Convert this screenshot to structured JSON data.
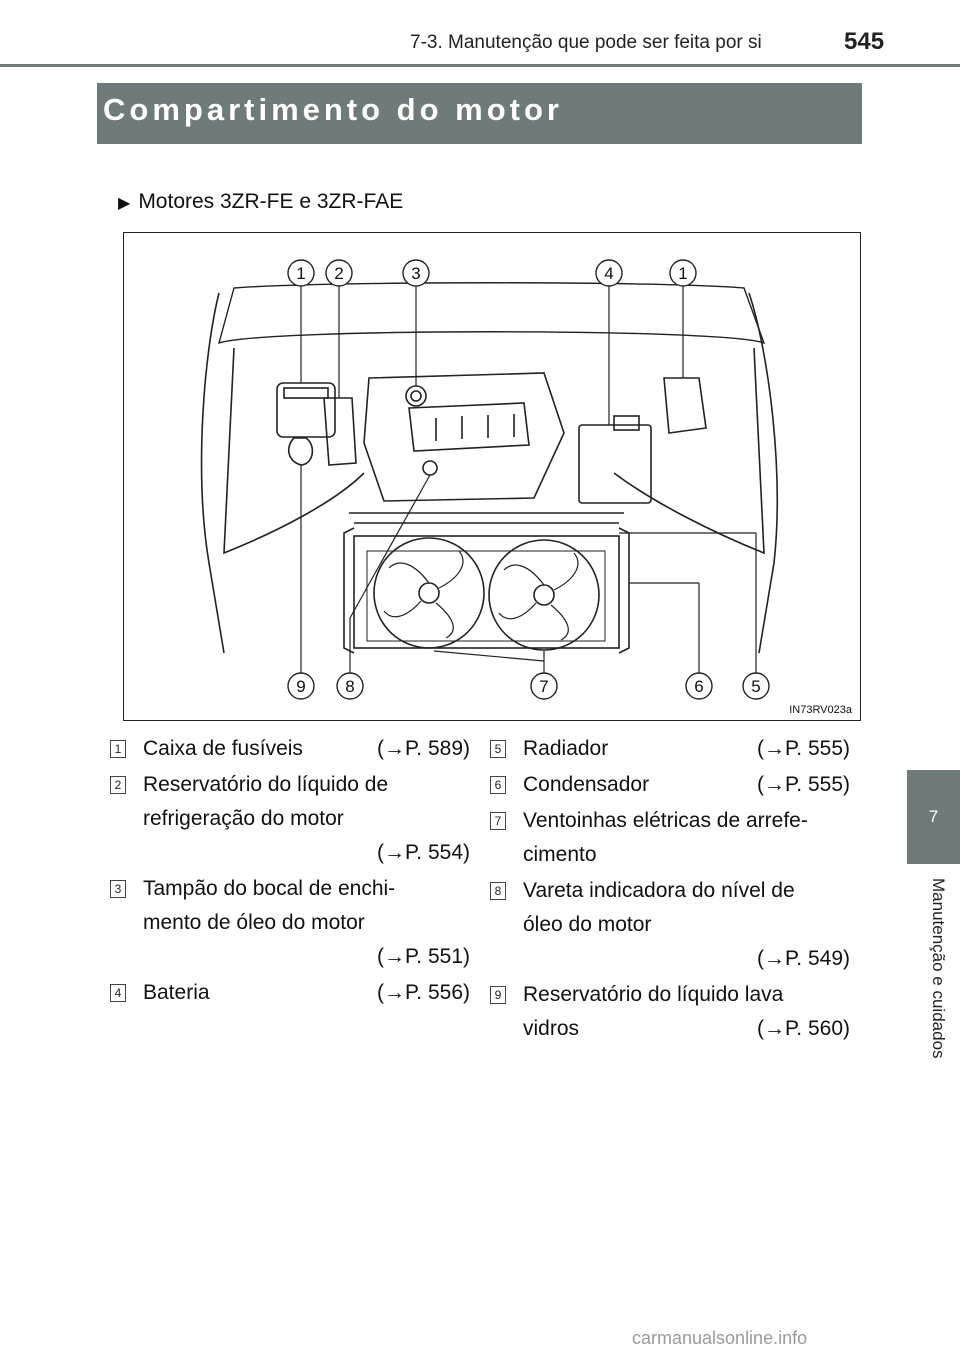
{
  "header": {
    "section": "7-3. Manutenção que pode ser feita por si",
    "page_number": "545"
  },
  "title": "Compartimento do motor",
  "side_tab": {
    "number": "7",
    "caption": "Manutenção e cuidados"
  },
  "subheading": {
    "arrow": "▶",
    "text": "Motores 3ZR-FE e 3ZR-FAE"
  },
  "figure": {
    "code": "IN73RV023a",
    "top_callouts": [
      "1",
      "2",
      "3",
      "4",
      "1"
    ],
    "bottom_callouts": [
      "9",
      "8",
      "7",
      "6",
      "5"
    ]
  },
  "legend_left": [
    {
      "num": "1",
      "lines": [
        "Caixa de fusíveis"
      ],
      "ref": "(→P. 589)",
      "ref_inline": true
    },
    {
      "num": "2",
      "lines": [
        "Reservatório do líquido de",
        "refrigeração do motor"
      ],
      "ref": "(→P. 554)",
      "ref_inline": false
    },
    {
      "num": "3",
      "lines": [
        "Tampão do bocal de enchi-",
        "mento de óleo do motor"
      ],
      "ref": "(→P. 551)",
      "ref_inline": false
    },
    {
      "num": "4",
      "lines": [
        "Bateria"
      ],
      "ref": "(→P. 556)",
      "ref_inline": true
    }
  ],
  "legend_right": [
    {
      "num": "5",
      "lines": [
        "Radiador"
      ],
      "ref": "(→P. 555)",
      "ref_inline": true
    },
    {
      "num": "6",
      "lines": [
        "Condensador"
      ],
      "ref": "(→P. 555)",
      "ref_inline": true
    },
    {
      "num": "7",
      "lines": [
        "Ventoinhas elétricas de arrefe-",
        "cimento"
      ],
      "ref": "",
      "ref_inline": false
    },
    {
      "num": "8",
      "lines": [
        "Vareta indicadora do nível de",
        "óleo do motor"
      ],
      "ref": "(→P. 549)",
      "ref_inline": false
    },
    {
      "num": "9",
      "lines": [
        "Reservatório do líquido lava",
        "vidros"
      ],
      "ref": "(→P. 560)",
      "ref_inline": true
    }
  ],
  "watermark": "carmanualsonline.info"
}
